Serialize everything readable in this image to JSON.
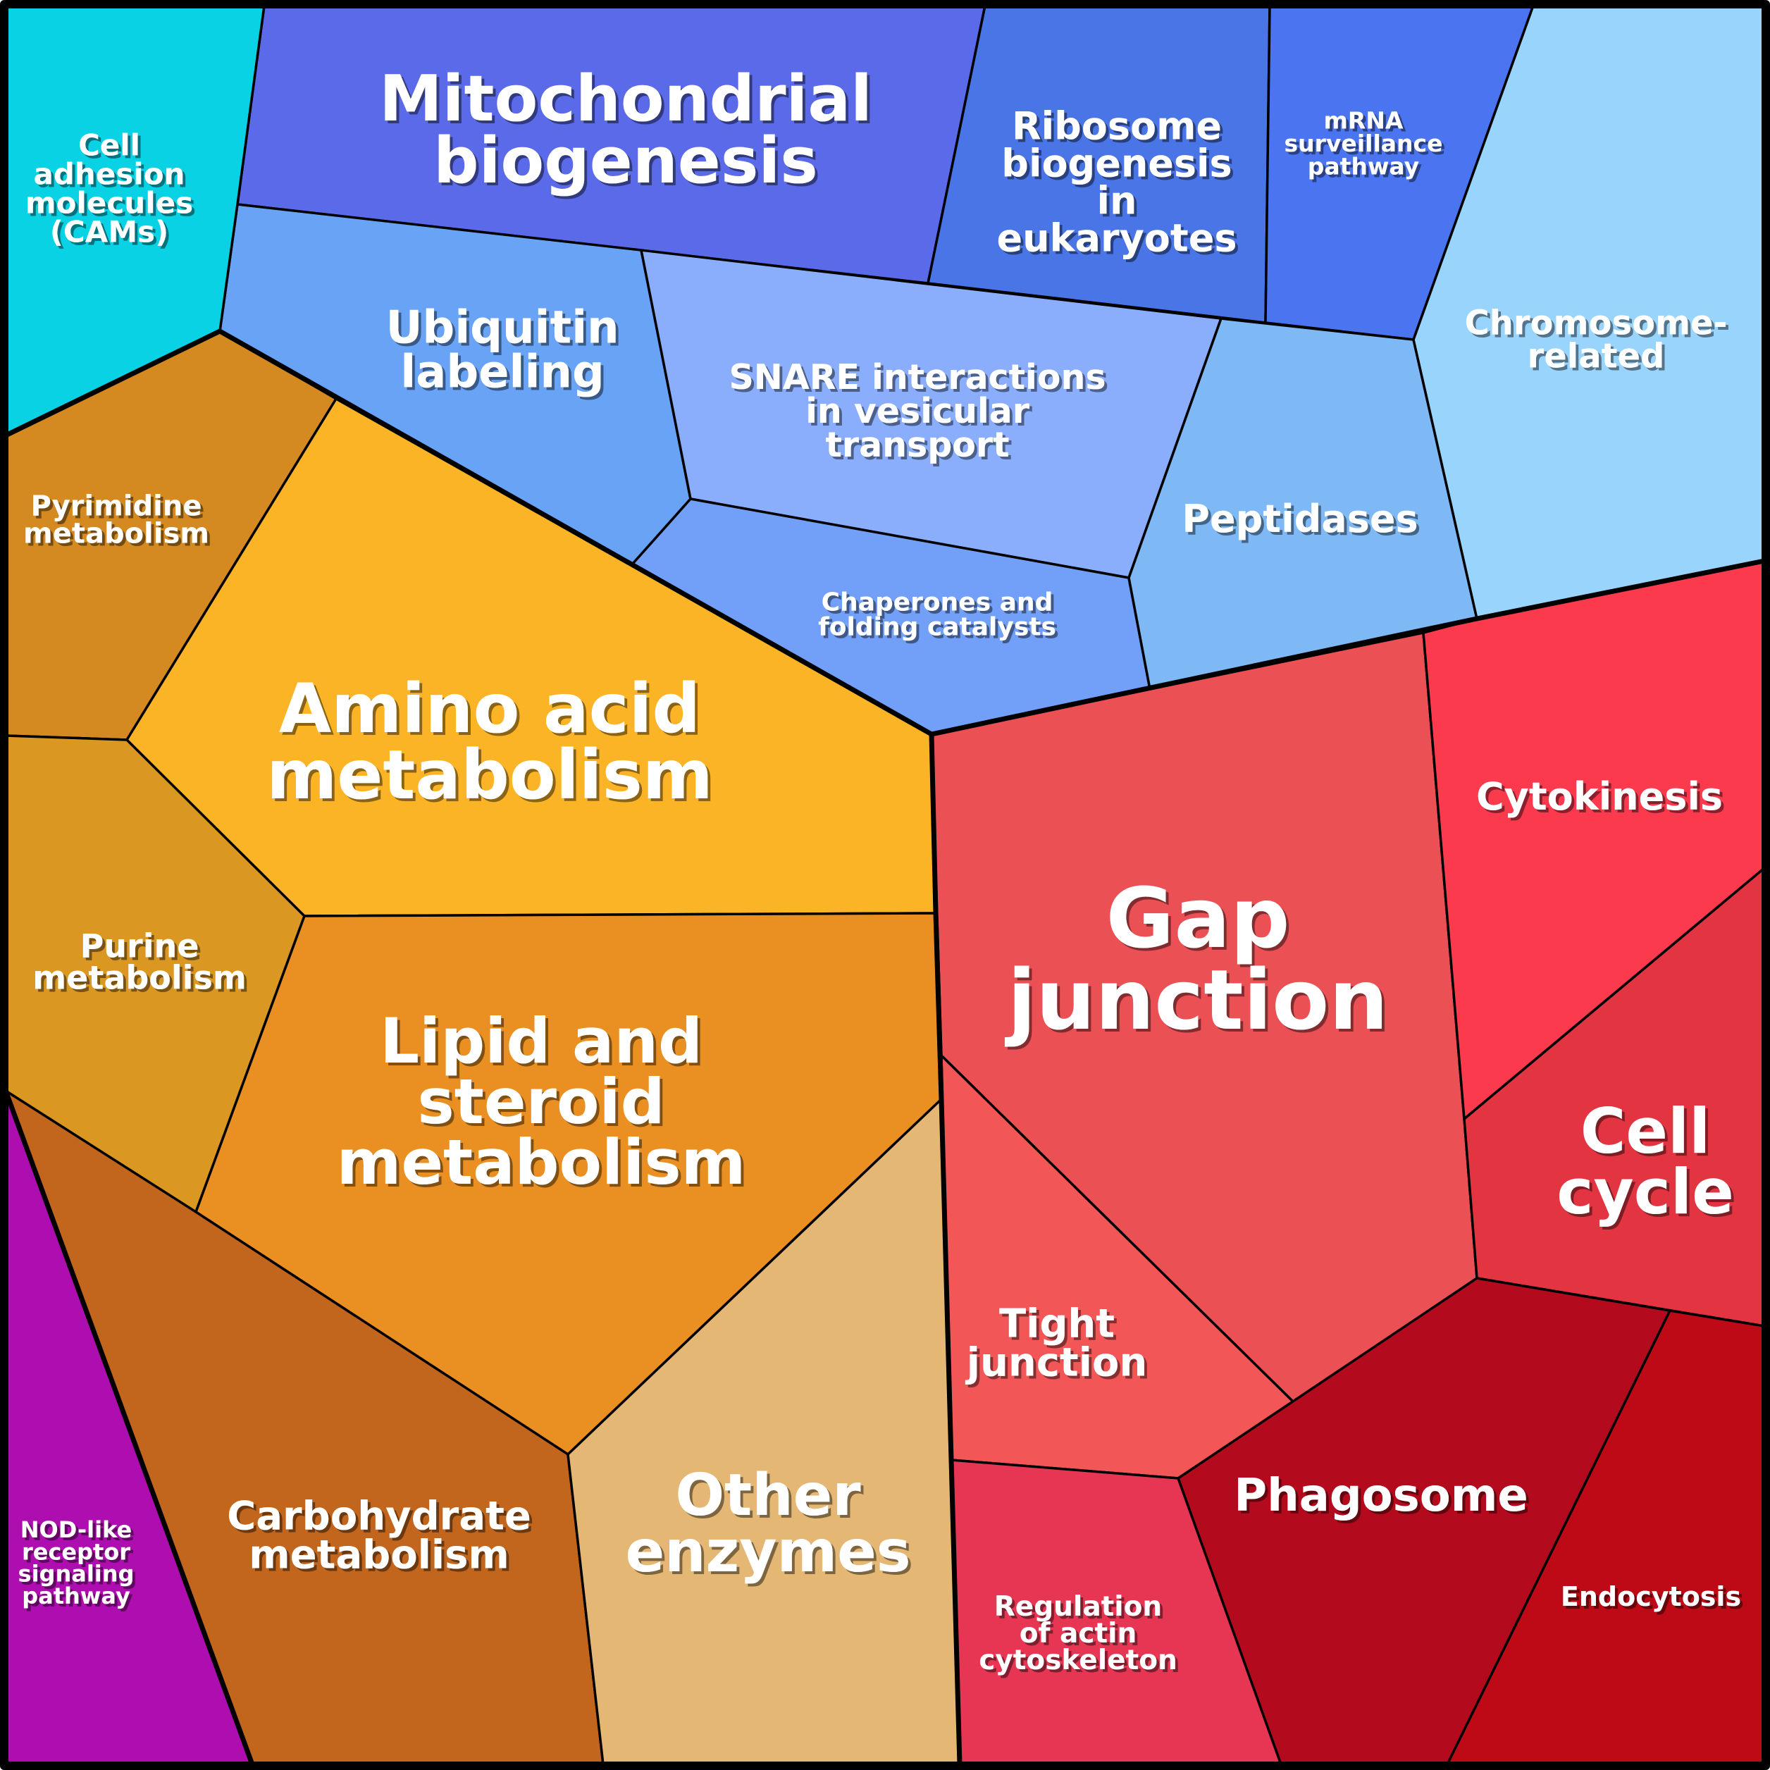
{
  "diagram": {
    "type": "voronoi-treemap",
    "groups": [
      {
        "group": "top-blue",
        "cells": [
          {
            "id": "mitochondrial-biogenesis",
            "lines": [
              "Mitochondrial",
              "biogenesis"
            ],
            "color": "#5b6ae8"
          },
          {
            "id": "ribosome-biogenesis",
            "lines": [
              "Ribosome",
              "biogenesis",
              "in",
              "eukaryotes"
            ],
            "color": "#4a75e6"
          },
          {
            "id": "mrna-surveillance",
            "lines": [
              "mRNA",
              "surveillance",
              "pathway"
            ],
            "color": "#4a74f0"
          },
          {
            "id": "ubiquitin-labeling",
            "lines": [
              "Ubiquitin",
              "labeling"
            ],
            "color": "#68a3f5"
          },
          {
            "id": "snare-interactions",
            "lines": [
              "SNARE interactions",
              "in vesicular",
              "transport"
            ],
            "color": "#8aaefc"
          },
          {
            "id": "chaperones",
            "lines": [
              "Chaperones and",
              "folding catalysts"
            ],
            "color": "#72a0f8"
          },
          {
            "id": "peptidases",
            "lines": [
              "Peptidases"
            ],
            "color": "#7eb8f5"
          },
          {
            "id": "chromosome-related",
            "lines": [
              "Chromosome-",
              "related"
            ],
            "color": "#98d4fb"
          }
        ]
      },
      {
        "group": "cyan",
        "cells": [
          {
            "id": "cell-adhesion",
            "lines": [
              "Cell",
              "adhesion",
              "molecules",
              "(CAMs)"
            ],
            "color": "#08d2e4"
          }
        ]
      },
      {
        "group": "orange",
        "cells": [
          {
            "id": "pyrimidine",
            "lines": [
              "Pyrimidine",
              "metabolism"
            ],
            "color": "#d48a20"
          },
          {
            "id": "amino-acid",
            "lines": [
              "Amino acid",
              "metabolism"
            ],
            "color": "#fcb427"
          },
          {
            "id": "purine",
            "lines": [
              "Purine",
              "metabolism"
            ],
            "color": "#da9823"
          },
          {
            "id": "lipid-steroid",
            "lines": [
              "Lipid and",
              "steroid",
              "metabolism"
            ],
            "color": "#ea9022"
          },
          {
            "id": "carbohydrate",
            "lines": [
              "Carbohydrate",
              "metabolism"
            ],
            "color": "#c2661e"
          },
          {
            "id": "other-enzymes",
            "lines": [
              "Other",
              "enzymes"
            ],
            "color": "#e4b874"
          }
        ]
      },
      {
        "group": "purple",
        "cells": [
          {
            "id": "nod-like",
            "lines": [
              "NOD-like",
              "receptor",
              "signaling",
              "pathway"
            ],
            "color": "#ae0db0"
          }
        ]
      },
      {
        "group": "red",
        "cells": [
          {
            "id": "gap-junction",
            "lines": [
              "Gap",
              "junction"
            ],
            "color": "#eb5055"
          },
          {
            "id": "cytokinesis",
            "lines": [
              "Cytokinesis"
            ],
            "color": "#fc3a4e"
          },
          {
            "id": "cell-cycle",
            "lines": [
              "Cell",
              "cycle"
            ],
            "color": "#e33541"
          },
          {
            "id": "tight-junction",
            "lines": [
              "Tight",
              "junction"
            ],
            "color": "#f25657"
          },
          {
            "id": "phagosome",
            "lines": [
              "Phagosome"
            ],
            "color": "#b30b1d"
          },
          {
            "id": "regulation-actin",
            "lines": [
              "Regulation",
              "of actin",
              "cytoskeleton"
            ],
            "color": "#e73653"
          },
          {
            "id": "endocytosis",
            "lines": [
              "Endocytosis"
            ],
            "color": "#be0a16"
          }
        ]
      }
    ]
  }
}
